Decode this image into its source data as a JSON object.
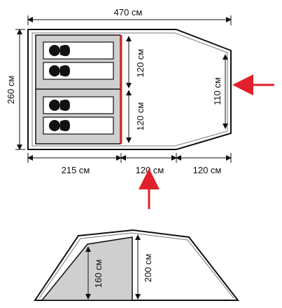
{
  "plan": {
    "dimensions": {
      "total_length": "470 см",
      "width": "260 см",
      "inner_height": "110 см",
      "bedroom_length": "215 см",
      "vestibule_middle": "120 см",
      "vestibule_end": "120 см",
      "bed_zone_top": "120 см",
      "bed_zone_bottom": "120 см"
    },
    "sleeping_places": 4
  },
  "elevation": {
    "dimensions": {
      "inner_height": "160 см",
      "outer_height": "200 см"
    }
  },
  "colors": {
    "outline": "#111111",
    "inner_fill": "#cfcfcf",
    "divider": "#e0202a",
    "arrow": "#e0202a"
  }
}
